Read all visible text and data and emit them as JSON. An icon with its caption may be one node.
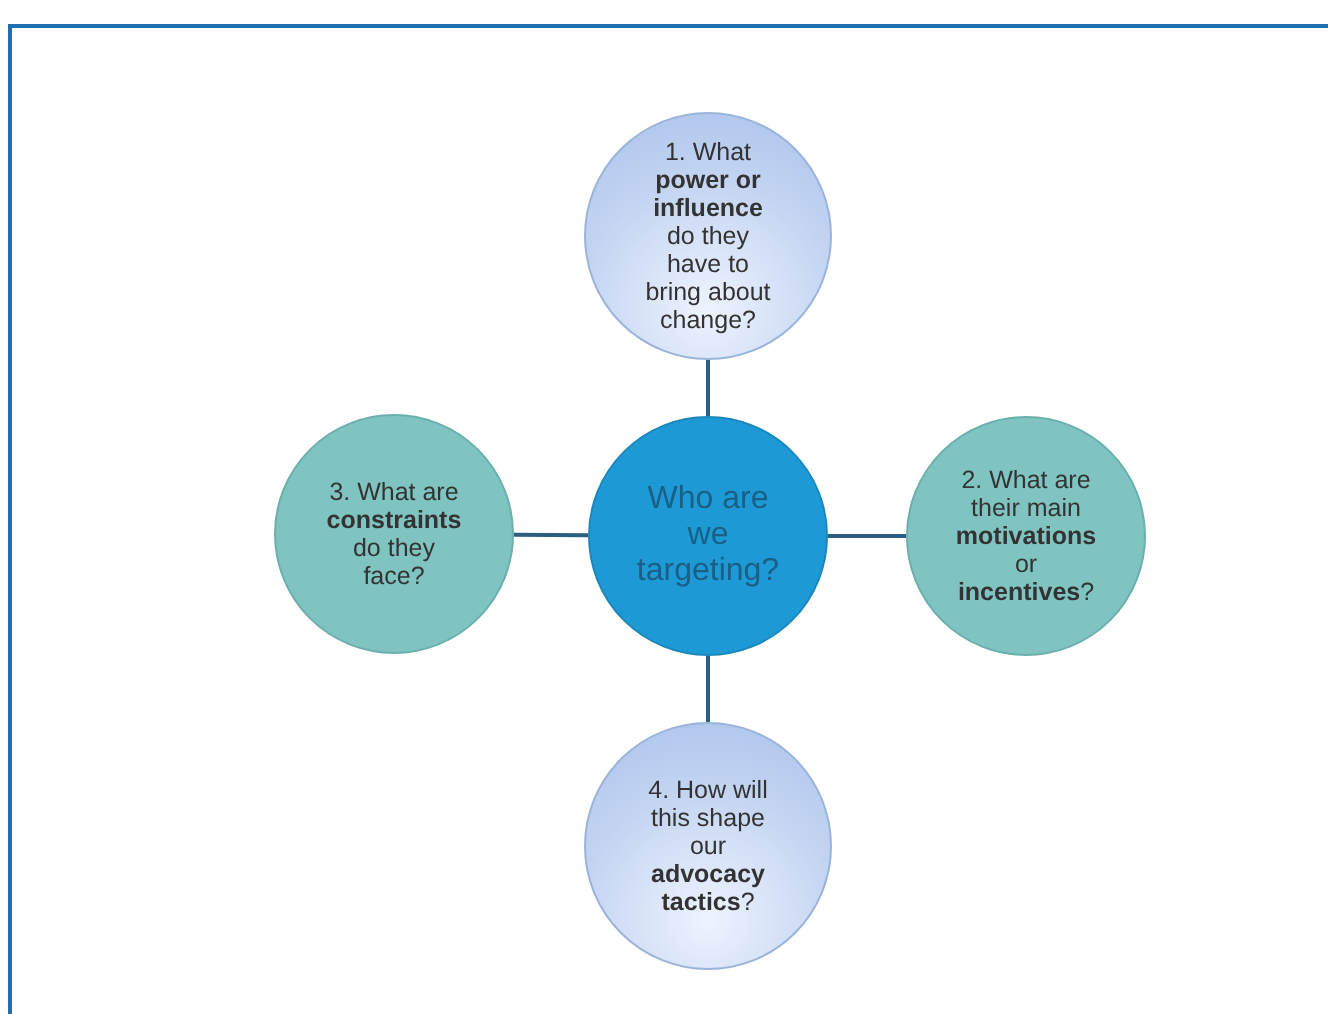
{
  "diagram": {
    "nodes": [
      {
        "text": [
          "Who are we targeting?"
        ]
      },
      {
        "text": [
          "1. What **power or influence** do they have to bring about change?"
        ]
      },
      {
        "text": [
          "2. What are their main **motivations** or **incentives**?"
        ]
      },
      {
        "text": [
          "3. What are **constraints** do they face?"
        ]
      },
      {
        "text": [
          "4. How will this shape our **advocacy tactics**?"
        ]
      }
    ],
    "edges": [
      {
        "from": 0,
        "to": 1,
        "arrow": "none"
      },
      {
        "from": 0,
        "to": 2,
        "arrow": "none"
      },
      {
        "from": 0,
        "to": 3,
        "arrow": "none"
      },
      {
        "from": 0,
        "to": 4,
        "arrow": "none"
      }
    ]
  }
}
